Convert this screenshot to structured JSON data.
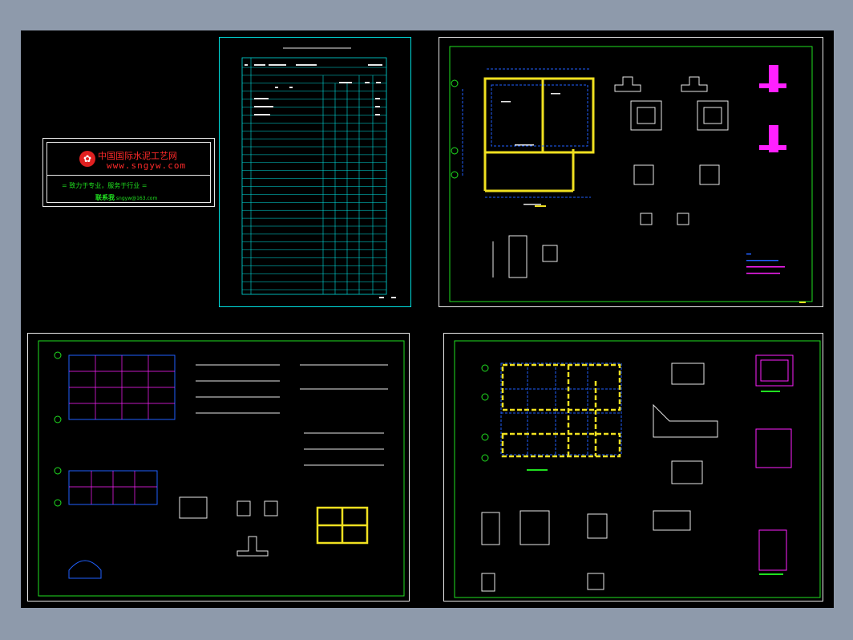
{
  "logo": {
    "badge_icon": "company-logo-icon",
    "name": "中国国际水泥工艺网",
    "url": "www.sngyw.com",
    "slogan": "= 致力于专业，服务于行业 =",
    "contact_label": "联系我",
    "contact_value": "sngyw@163.com"
  },
  "colors": {
    "background": "#8e9aab",
    "canvas": "#000000",
    "sheet_border": "#00e0e0",
    "frame_green": "#20e020",
    "cad_yellow": "#f0e020",
    "cad_blue": "#2060ff",
    "cad_magenta": "#ff20ff",
    "cad_white": "#e8e8e8",
    "logo_red": "#ff2a2a"
  },
  "sheets": {
    "index": {
      "title": "图 纸 目 录"
    },
    "foundation": {
      "title": "基础平面图"
    },
    "framing": {
      "title": "结构平面图"
    },
    "roof": {
      "title": "屋面结构平面图"
    }
  }
}
